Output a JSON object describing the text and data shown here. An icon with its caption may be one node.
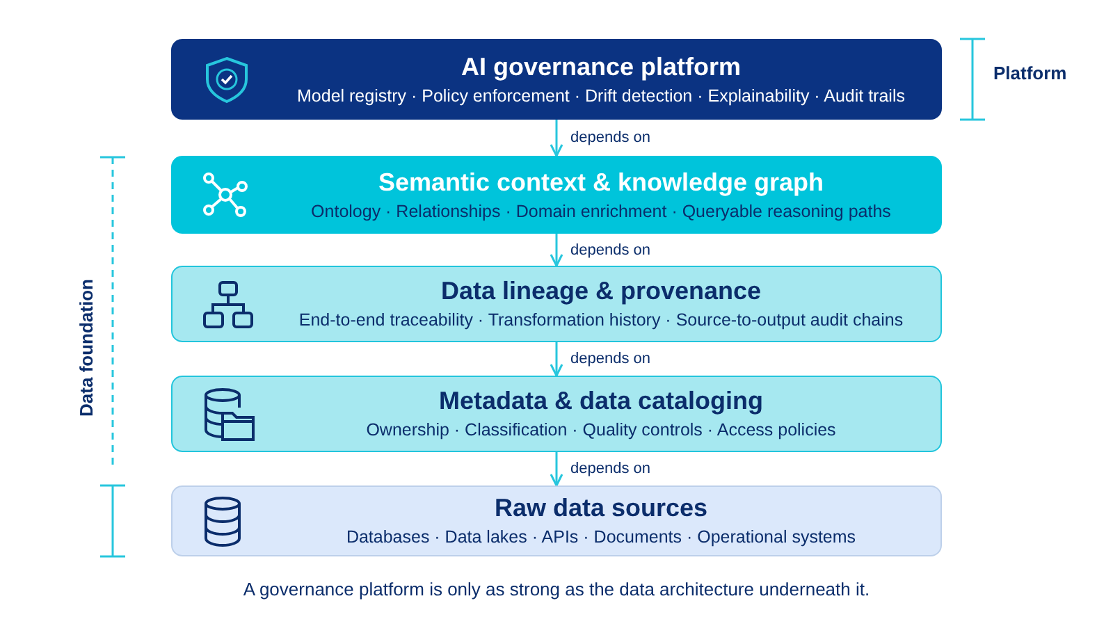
{
  "diagram": {
    "caption": "A governance platform is only as strong as the data architecture underneath it.",
    "nodes": [
      {
        "text": [
          "AI governance platform",
          "Model registry · Policy enforcement · Drift detection · Explainability · Audit trails"
        ]
      },
      {
        "text": [
          "Semantic context & knowledge graph",
          "Ontology · Relationships · Domain enrichment · Queryable reasoning paths"
        ]
      },
      {
        "text": [
          "Data lineage & provenance",
          "End-to-end traceability · Transformation history · Source-to-output audit chains"
        ]
      },
      {
        "text": [
          "Metadata & data cataloging",
          "Ownership · Classification · Quality controls · Access policies"
        ]
      },
      {
        "text": [
          "Raw data sources",
          "Databases · Data lakes · APIs · Documents · Operational systems"
        ]
      }
    ],
    "edges": [
      {
        "from": 0,
        "to": 1,
        "arrow": "to",
        "label": "depends on"
      },
      {
        "from": 1,
        "to": 2,
        "arrow": "to",
        "label": "depends on"
      },
      {
        "from": 2,
        "to": 3,
        "arrow": "to",
        "label": "depends on"
      },
      {
        "from": 3,
        "to": 4,
        "arrow": "to",
        "label": "depends on"
      }
    ],
    "labels": [
      "Platform",
      "Data foundation"
    ]
  }
}
